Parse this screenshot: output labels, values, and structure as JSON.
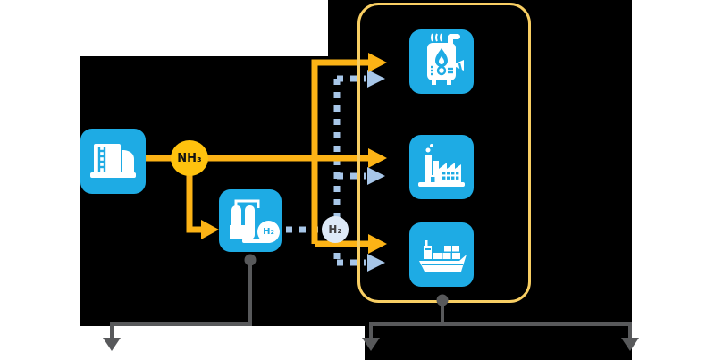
{
  "labels": {
    "nh3_node": "NH₃",
    "h2_node": "H₂",
    "cracker_h2_badge": "H₂"
  },
  "colors": {
    "background": "#000000",
    "panel_white": "#FFFFFF",
    "icon_blue": "#1EABE4",
    "ammonia_flow_yellow": "#FCB316",
    "nh3_node_fill": "#FFC20E",
    "hydrogen_flow_blue": "#A7C6E8",
    "h2_node_fill": "#DDE9F7",
    "uses_group_outline": "#F8CE63",
    "connector_gray": "#58595B"
  },
  "nodes": [
    {
      "id": "ammonia-storage",
      "icon": "storage-tank-icon"
    },
    {
      "id": "ammonia-cracker",
      "icon": "cracking-plant-icon",
      "badge": "H₂"
    },
    {
      "id": "boiler-use",
      "icon": "boiler-icon"
    },
    {
      "id": "industry-use",
      "icon": "factory-icon"
    },
    {
      "id": "shipping-use",
      "icon": "container-ship-icon"
    }
  ],
  "flows": [
    {
      "id": "ammonia",
      "label": "NH₃",
      "style": "solid",
      "from": "ammonia-storage",
      "to": [
        "boiler-use",
        "industry-use",
        "shipping-use",
        "ammonia-cracker"
      ]
    },
    {
      "id": "hydrogen",
      "label": "H₂",
      "style": "dashed",
      "from": "ammonia-cracker",
      "to": [
        "boiler-use",
        "industry-use",
        "shipping-use"
      ]
    }
  ],
  "callouts": [
    {
      "from": "ammonia-cracker",
      "arrows_down": 1
    },
    {
      "from": "hydrogen-uses-group",
      "arrows_down": 2
    }
  ]
}
